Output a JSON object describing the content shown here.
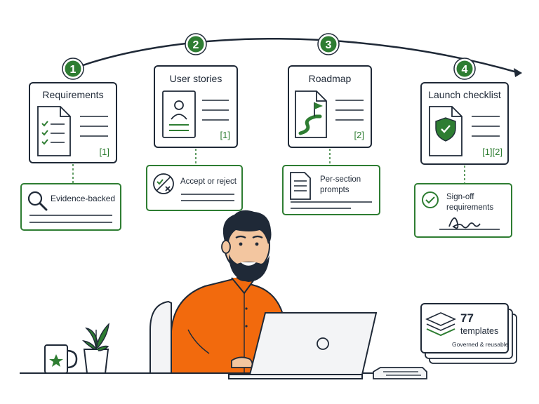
{
  "colors": {
    "green": "#2e7d32",
    "dark_green": "#1b5e20",
    "ink": "#1f2937",
    "orange": "#f26a0d",
    "skin": "#f3c6a0",
    "hair": "#1f2937"
  },
  "steps": [
    {
      "number": "1",
      "title": "Requirements",
      "ref": "[1]",
      "icon": "checklist-document-icon"
    },
    {
      "number": "2",
      "title": "User stories",
      "ref": "[1]",
      "icon": "user-profile-document-icon"
    },
    {
      "number": "3",
      "title": "Roadmap",
      "ref": "[2]",
      "icon": "roadmap-flag-document-icon"
    },
    {
      "number": "4",
      "title": "Launch checklist",
      "ref": "[1][2]",
      "icon": "shield-check-document-icon"
    }
  ],
  "callouts": [
    {
      "label": "Evidence-backed",
      "icon": "search-icon"
    },
    {
      "label": "Accept or reject",
      "icon": "accept-reject-icon"
    },
    {
      "label_line1": "Per-section",
      "label_line2": "prompts",
      "icon": "document-lines-icon"
    },
    {
      "label_line1": "Sign-off",
      "label_line2": "requirements",
      "icon": "check-circle-icon"
    }
  ],
  "templates_card": {
    "count": "77",
    "label": "templates",
    "caption": "Governed & reusable",
    "icon": "layers-icon"
  }
}
